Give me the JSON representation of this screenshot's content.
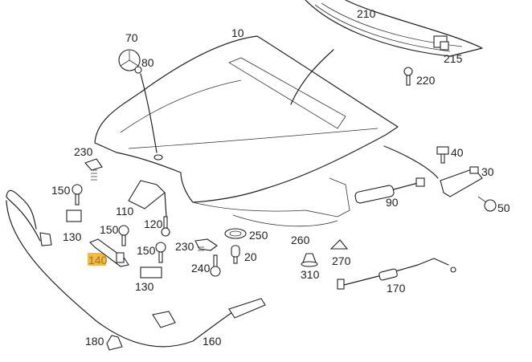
{
  "diagram": {
    "highlight_color": "#F5B942",
    "highlighted_part": "140",
    "callouts": [
      {
        "id": "c210",
        "text": "210"
      },
      {
        "id": "c70",
        "text": "70"
      },
      {
        "id": "c80",
        "text": "80"
      },
      {
        "id": "c10",
        "text": "10"
      },
      {
        "id": "c215",
        "text": "215"
      },
      {
        "id": "c220",
        "text": "220"
      },
      {
        "id": "c230a",
        "text": "230"
      },
      {
        "id": "c40",
        "text": "40"
      },
      {
        "id": "c30",
        "text": "30"
      },
      {
        "id": "c150a",
        "text": "150"
      },
      {
        "id": "c110",
        "text": "110"
      },
      {
        "id": "c120",
        "text": "120"
      },
      {
        "id": "c90",
        "text": "90"
      },
      {
        "id": "c50",
        "text": "50"
      },
      {
        "id": "c130a",
        "text": "130"
      },
      {
        "id": "c140",
        "text": "140"
      },
      {
        "id": "c150b",
        "text": "150"
      },
      {
        "id": "c150c",
        "text": "150"
      },
      {
        "id": "c250",
        "text": "250"
      },
      {
        "id": "c230b",
        "text": "230"
      },
      {
        "id": "c260",
        "text": "260"
      },
      {
        "id": "c270",
        "text": "270"
      },
      {
        "id": "c240",
        "text": "240"
      },
      {
        "id": "c20",
        "text": "20"
      },
      {
        "id": "c130b",
        "text": "130"
      },
      {
        "id": "c310",
        "text": "310"
      },
      {
        "id": "c170",
        "text": "170"
      },
      {
        "id": "c180",
        "text": "180"
      },
      {
        "id": "c160",
        "text": "160"
      }
    ]
  }
}
